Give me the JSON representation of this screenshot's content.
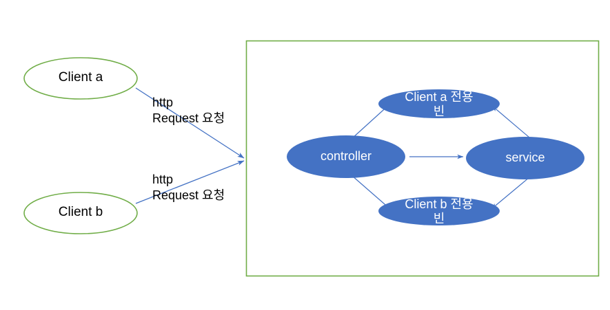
{
  "diagram": {
    "type": "architecture-flow",
    "background_color": "#ffffff",
    "colors": {
      "client_outline": "#70AD47",
      "client_fill": "#ffffff",
      "bean_fill": "#4472C4",
      "container_border": "#70AD47",
      "arrow": "#4472C4",
      "text_dark": "#000000",
      "text_light": "#ffffff"
    },
    "external_nodes": [
      {
        "id": "client-a",
        "label": "Client a",
        "shape": "ellipse",
        "style": "green-outline"
      },
      {
        "id": "client-b",
        "label": "Client b",
        "shape": "ellipse",
        "style": "green-outline"
      }
    ],
    "container": {
      "id": "server-container",
      "label": "",
      "shape": "rectangle",
      "style": "green-outline"
    },
    "internal_nodes": [
      {
        "id": "controller",
        "label": "controller",
        "shape": "ellipse",
        "style": "blue-fill"
      },
      {
        "id": "service",
        "label": "service",
        "shape": "ellipse",
        "style": "blue-fill"
      },
      {
        "id": "bean-a",
        "label": "Client a 전용\n빈",
        "shape": "ellipse",
        "style": "blue-fill"
      },
      {
        "id": "bean-b",
        "label": "Client b 전용\n빈",
        "shape": "ellipse",
        "style": "blue-fill"
      }
    ],
    "edges": [
      {
        "id": "edge-client-a-to-container",
        "from": "client-a",
        "to": "server-container",
        "label": "http\nRequest 요청"
      },
      {
        "id": "edge-client-b-to-container",
        "from": "client-b",
        "to": "server-container",
        "label": "http\nRequest 요청"
      },
      {
        "id": "edge-controller-to-bean-a",
        "from": "controller",
        "to": "bean-a",
        "label": ""
      },
      {
        "id": "edge-controller-to-bean-b",
        "from": "controller",
        "to": "bean-b",
        "label": ""
      },
      {
        "id": "edge-controller-to-service",
        "from": "controller",
        "to": "service",
        "label": ""
      },
      {
        "id": "edge-bean-a-to-service",
        "from": "bean-a",
        "to": "service",
        "label": ""
      },
      {
        "id": "edge-service-to-bean-b",
        "from": "service",
        "to": "bean-b",
        "label": ""
      }
    ]
  }
}
